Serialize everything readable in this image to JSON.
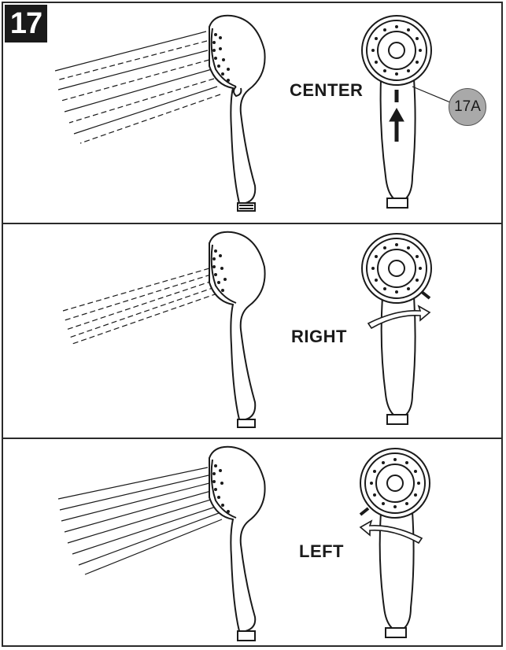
{
  "step": {
    "number": "17"
  },
  "panels": [
    {
      "id": "center",
      "label": "CENTER",
      "spray": "full",
      "arrow": "up"
    },
    {
      "id": "right",
      "label": "RIGHT",
      "spray": "dashed",
      "arrow": "clockwise"
    },
    {
      "id": "left",
      "label": "LEFT",
      "spray": "solid",
      "arrow": "counterclockwise"
    }
  ],
  "callout": {
    "label": "17A"
  },
  "colors": {
    "line": "#1a1a1a",
    "badge": "#1a1a1a",
    "callout_fill": "#a9a9a9"
  }
}
